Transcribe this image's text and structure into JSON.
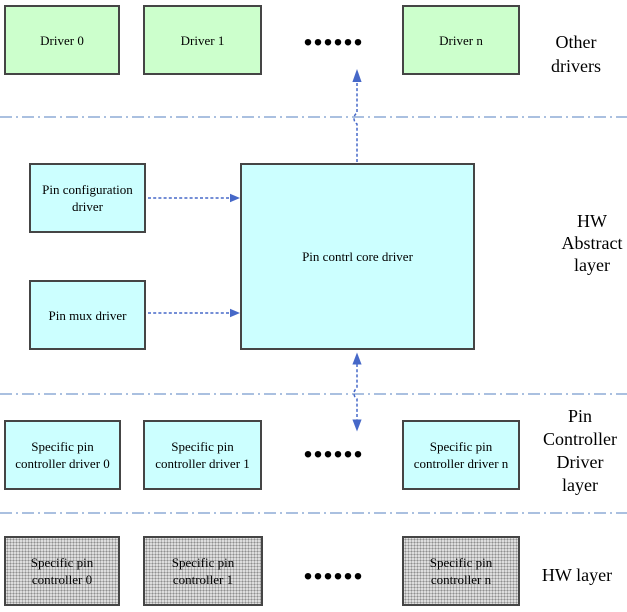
{
  "colors": {
    "box-green": "#ccffcc",
    "box-cyan": "#ccffff",
    "box-gray-base": "#dddddd",
    "box-gray-dot": "#8f8f8f",
    "box-border": "#454545",
    "arrow-blue": "#4668c8",
    "separator-blue": "#9fb8dc"
  },
  "layers": {
    "other_drivers": {
      "label": "Other\ndrivers",
      "boxes": [
        "Driver 0",
        "Driver 1",
        "Driver n"
      ],
      "ellipsis": "......"
    },
    "hw_abstract": {
      "label": "HW\nAbstract\nlayer",
      "pin_configuration_driver": "Pin configuration\ndriver",
      "pin_mux_driver": "Pin mux driver",
      "core_driver": "Pin contrl core driver"
    },
    "pin_controller_driver": {
      "label": "Pin\nController\nDriver\nlayer",
      "boxes": [
        "Specific pin\ncontroller driver 0",
        "Specific pin\ncontroller driver 1",
        "Specific pin\ncontroller driver n"
      ],
      "ellipsis": "......"
    },
    "hw": {
      "label": "HW layer",
      "boxes": [
        "Specific pin\ncontroller 0",
        "Specific pin\ncontroller 1",
        "Specific pin\ncontroller n"
      ],
      "ellipsis": "......"
    }
  }
}
